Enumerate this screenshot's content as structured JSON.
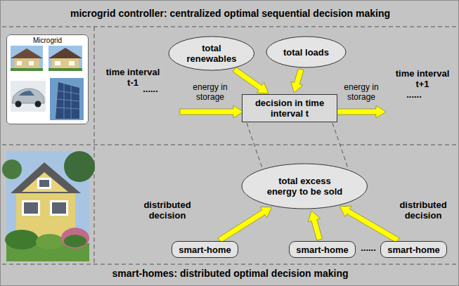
{
  "diagram": {
    "title": "microgrid controller: centralized optimal sequential decision making",
    "nodes": [
      {
        "text": [
          "Microgrid"
        ]
      },
      {
        "text": [
          "total renewables"
        ]
      },
      {
        "text": [
          "total loads"
        ]
      },
      {
        "text": [
          "decision in time interval t"
        ]
      },
      {
        "text": [
          "total excess energy to be sold"
        ]
      },
      {
        "text": [
          "smart-home"
        ]
      },
      {
        "text": [
          "smart-home"
        ]
      },
      {
        "text": [
          "smart-home"
        ]
      }
    ],
    "edges": [
      {
        "from": 1,
        "to": 3,
        "arrow": "to"
      },
      {
        "from": 2,
        "to": 3,
        "arrow": "to"
      },
      {
        "from": 5,
        "to": 4,
        "arrow": "to"
      },
      {
        "from": 6,
        "to": 4,
        "arrow": "to"
      },
      {
        "from": 7,
        "to": 4,
        "arrow": "to"
      }
    ],
    "labels": [
      "time interval t-1",
      "......",
      "energy in storage",
      "energy in storage",
      "......",
      "time interval t+1",
      "distributed decision",
      "distributed decision",
      "......",
      "smart-homes: distributed optimal decision making"
    ]
  }
}
